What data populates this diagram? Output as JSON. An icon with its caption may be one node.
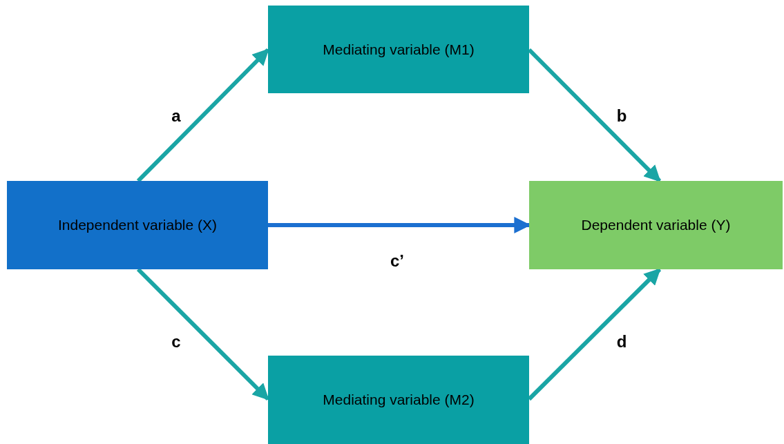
{
  "diagram": {
    "nodes": [
      {
        "text": [
          "Mediating variable (M1)"
        ]
      },
      {
        "text": [
          "Independent variable (X)"
        ]
      },
      {
        "text": [
          "Dependent variable (Y)"
        ]
      },
      {
        "text": [
          "Mediating variable (M2)"
        ]
      }
    ],
    "edges": [
      {
        "from": 1,
        "to": 0,
        "arrow": "to",
        "label": "a"
      },
      {
        "from": 0,
        "to": 2,
        "arrow": "to",
        "label": "b"
      },
      {
        "from": 1,
        "to": 2,
        "arrow": "to",
        "label": "c’",
        "color": "#1b6fd0"
      },
      {
        "from": 1,
        "to": 3,
        "arrow": "to",
        "label": "c"
      },
      {
        "from": 3,
        "to": 2,
        "arrow": "to",
        "label": "d"
      }
    ]
  }
}
